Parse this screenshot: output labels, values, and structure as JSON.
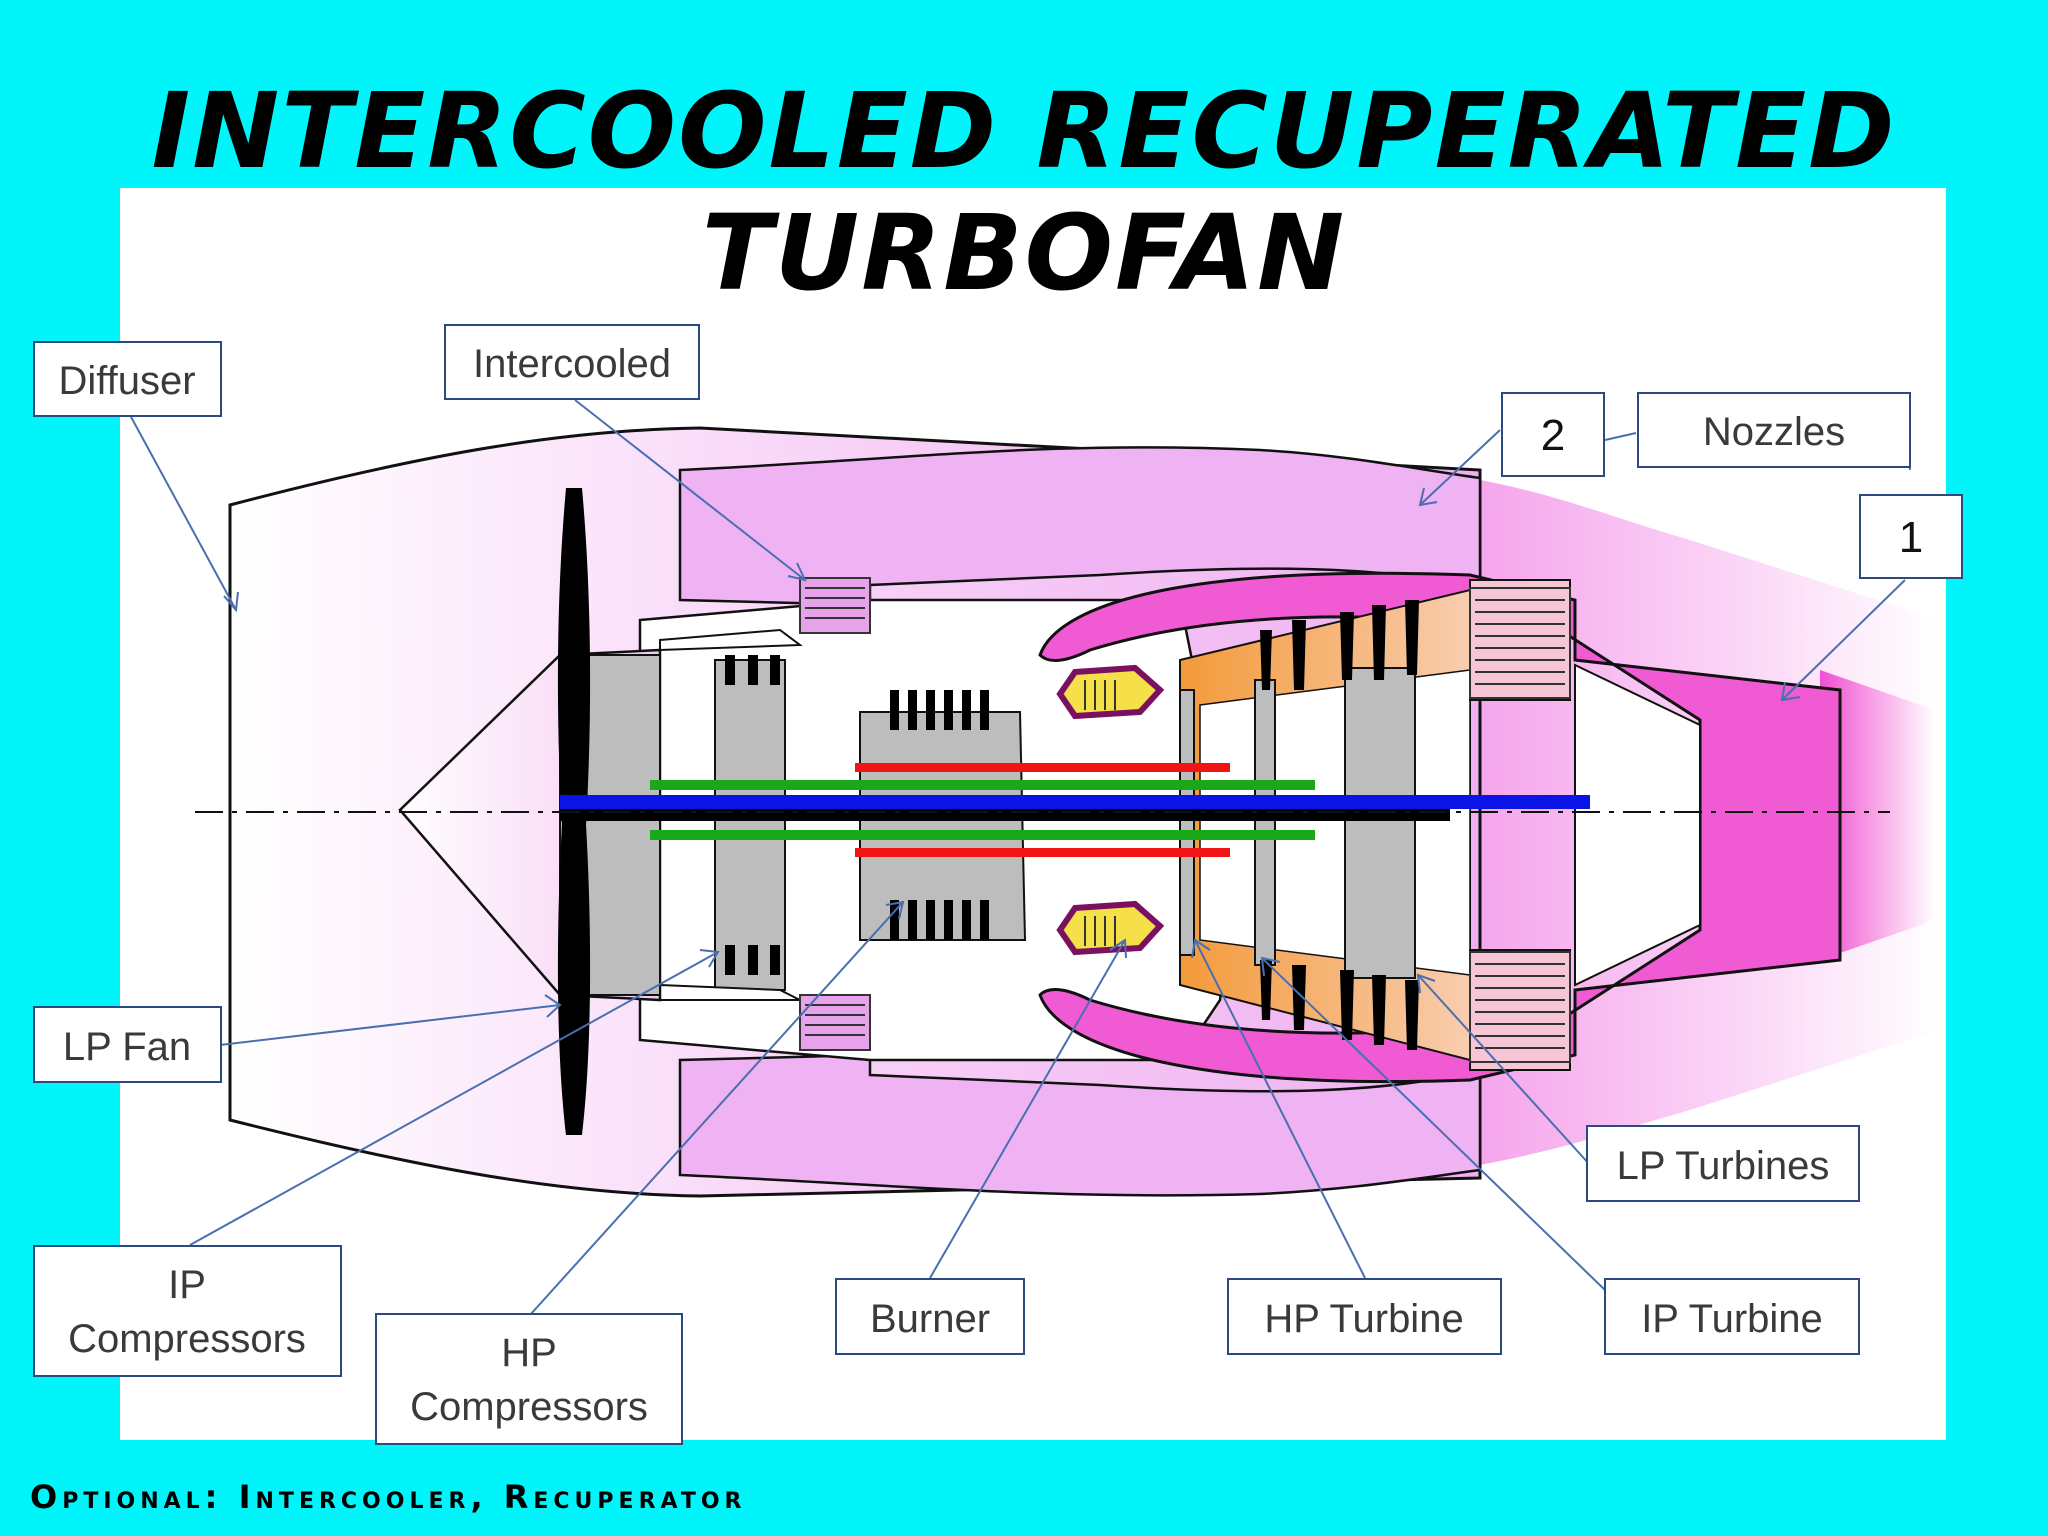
{
  "title": {
    "line1": "INTERCOOLED RECUPERATED",
    "line2": "TURBOFAN"
  },
  "footer": "Optional: Intercooler, Recuperator",
  "labels": {
    "diffuser": "Diffuser",
    "intercooled": "Intercooled",
    "nozzles": "Nozzles",
    "marker_2": "2",
    "marker_1": "1",
    "lp_fan": "LP Fan",
    "ip_compressors_1": "IP",
    "ip_compressors_2": "Compressors",
    "hp_compressors_1": "HP",
    "hp_compressors_2": "Compressors",
    "burner": "Burner",
    "hp_turbine": "HP Turbine",
    "ip_turbine": "IP Turbine",
    "lp_turbines": "LP Turbines"
  },
  "colors": {
    "background": "#00f5fa",
    "panel": "#ffffff",
    "bypass_pink": "#f0b6f4",
    "exhaust_magenta": "#f05ad2",
    "turbine_orange": "#f4a850",
    "burner_yellow": "#f6e04a",
    "shaft_blue": "#0a14e6",
    "shaft_green": "#1aa81a",
    "shaft_red": "#f01414",
    "rotor_gray": "#bdbdbd",
    "leader_line": "#4a6fb0"
  }
}
